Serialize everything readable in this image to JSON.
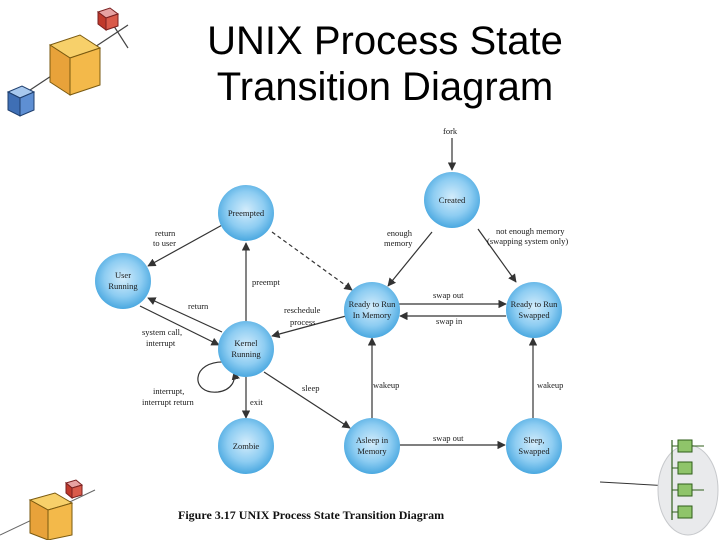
{
  "slide": {
    "title_line1": "UNIX Process State",
    "title_line2": "Transition Diagram"
  },
  "nodes": {
    "created": "Created",
    "preempted": "Preempted",
    "user_running_1": "User",
    "user_running_2": "Running",
    "kernel_running_1": "Kernel",
    "kernel_running_2": "Running",
    "ready_memory_1": "Ready to Run",
    "ready_memory_2": "In Memory",
    "ready_swapped_1": "Ready to Run",
    "ready_swapped_2": "Swapped",
    "zombie": "Zombie",
    "asleep_memory_1": "Asleep in",
    "asleep_memory_2": "Memory",
    "sleep_swapped_1": "Sleep,",
    "sleep_swapped_2": "Swapped"
  },
  "edges": {
    "fork": "fork",
    "return_to_user_1": "return",
    "return_to_user_2": "to user",
    "enough_memory_1": "enough",
    "enough_memory_2": "memory",
    "not_enough_memory_1": "not enough memory",
    "not_enough_memory_2": "(swapping system only)",
    "preempt": "preempt",
    "return": "return",
    "reschedule_1": "reschedule",
    "reschedule_2": "process",
    "swap_out_top": "swap out",
    "swap_in": "swap in",
    "system_call_1": "system call,",
    "system_call_2": "interrupt",
    "interrupt_return_1": "interrupt,",
    "interrupt_return_2": "interrupt return",
    "sleep": "sleep",
    "exit": "exit",
    "wakeup_left": "wakeup",
    "wakeup_right": "wakeup",
    "swap_out_bottom": "swap out"
  },
  "figure": {
    "caption": "Figure 3.17   UNIX Process State Transition Diagram"
  },
  "colors": {
    "node_fill": "#5ab4e8",
    "node_center": "#cbe9fb",
    "edge": "#333333"
  }
}
